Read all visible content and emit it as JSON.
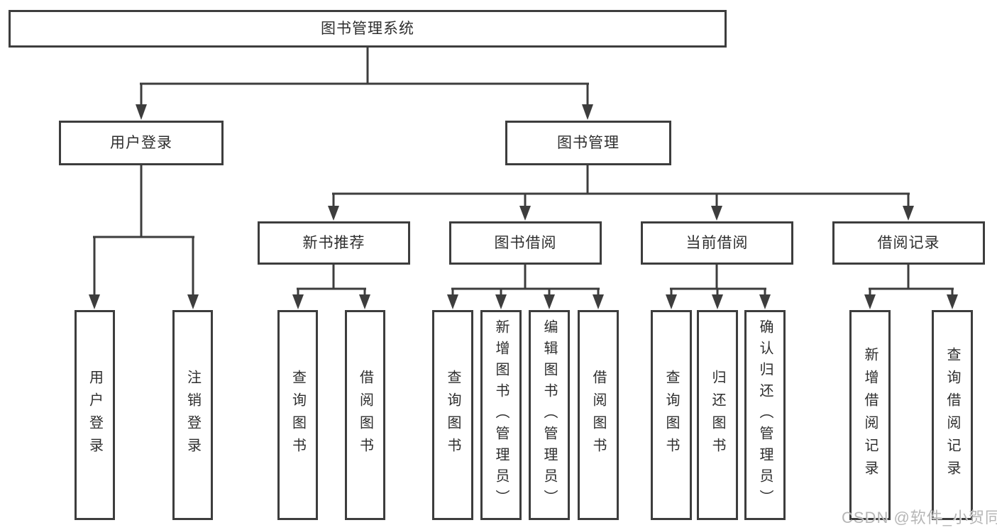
{
  "diagram": {
    "root_label": "图书管理系统",
    "modules": {
      "user_login": {
        "label": "用户登录",
        "children": {
          "login": "用户登录",
          "logout": "注销登录"
        }
      },
      "book_mgmt": {
        "label": "图书管理",
        "sections": {
          "new_book": {
            "label": "新书推荐",
            "children": {
              "query": "查询图书",
              "borrow": "借阅图书"
            }
          },
          "borrowing": {
            "label": "图书借阅",
            "children": {
              "query": "查询图书",
              "add": "新增图书（管理员）",
              "edit": "编辑图书（管理员）",
              "borrow": "借阅图书"
            }
          },
          "current": {
            "label": "当前借阅",
            "children": {
              "query": "查询图书",
              "return": "归还图书",
              "confirm": "确认归还（管理员）"
            }
          },
          "records": {
            "label": "借阅记录",
            "children": {
              "add": "新增借阅记录",
              "query": "查询借阅记录"
            }
          }
        }
      }
    }
  },
  "watermark": "CSDN @软件_小贺同学",
  "colors": {
    "line": "#3d3d3d",
    "text": "#2e2e2e",
    "watermark": "#b3b3b3"
  }
}
